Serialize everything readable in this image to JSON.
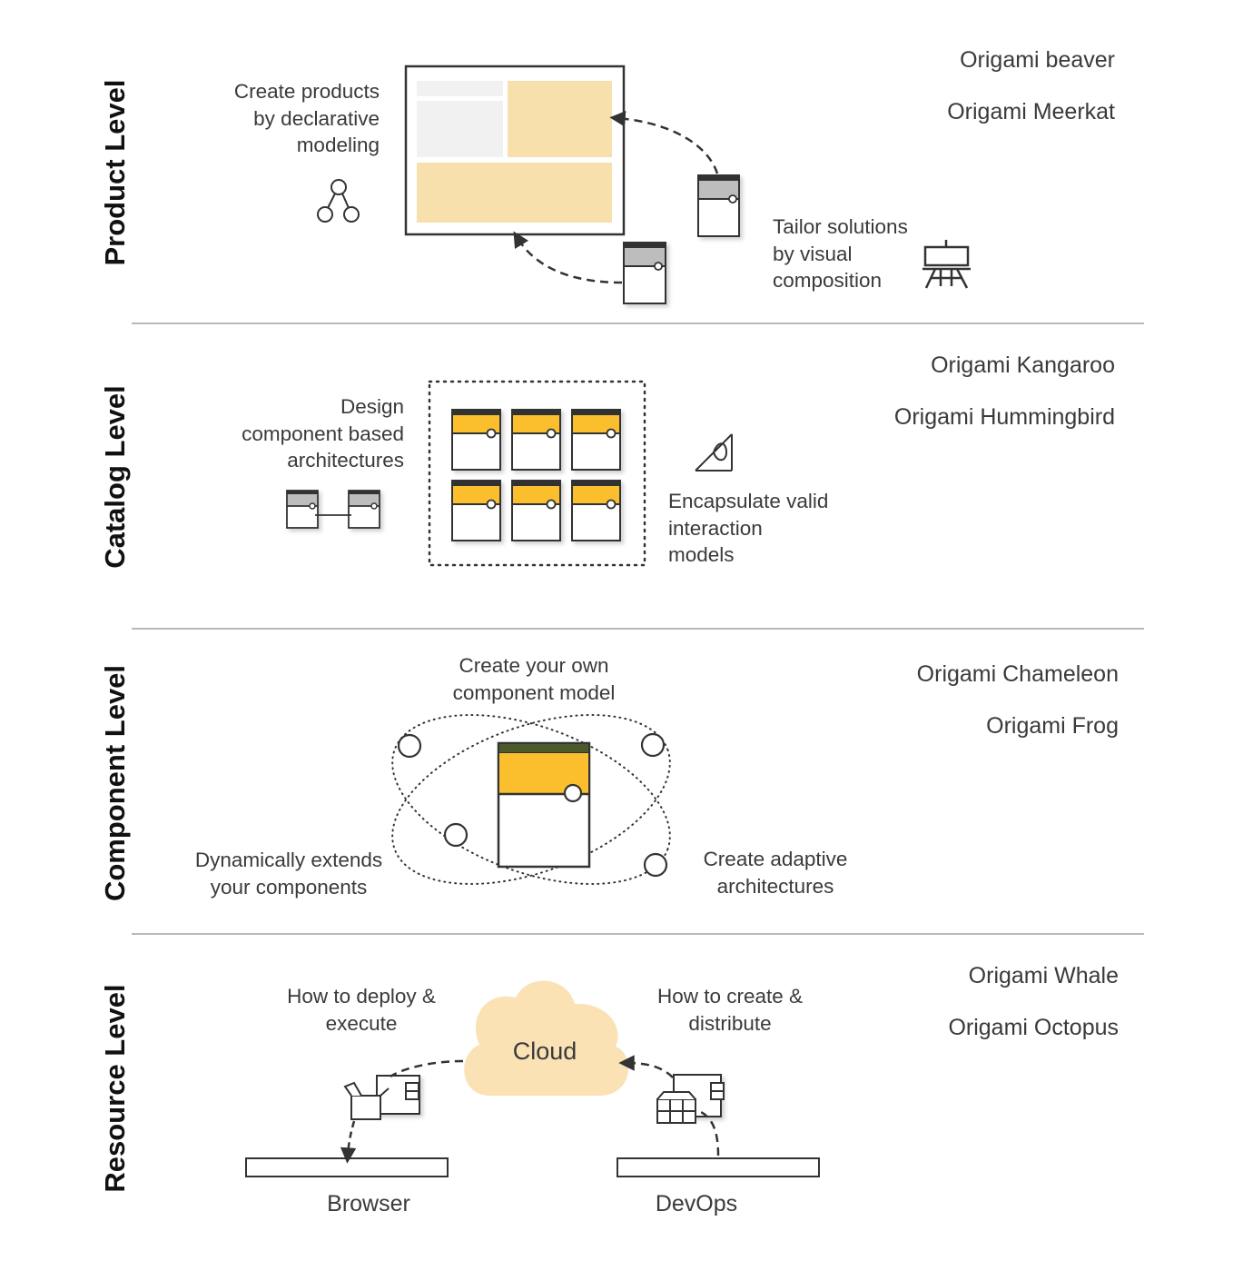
{
  "levels": [
    {
      "label": "Product Level",
      "products": [
        "Origami beaver",
        "Origami Meerkat"
      ],
      "descriptions": {
        "left": [
          "Create products",
          "by declarative",
          "modeling"
        ],
        "right": [
          "Tailor solutions",
          "by visual",
          "composition"
        ]
      }
    },
    {
      "label": "Catalog Level",
      "products": [
        "Origami Kangaroo",
        "Origami Hummingbird"
      ],
      "descriptions": {
        "left": [
          "Design",
          "component based",
          "architectures"
        ],
        "right": [
          "Encapsulate valid",
          "interaction",
          "models"
        ]
      }
    },
    {
      "label": "Component Level",
      "products": [
        "Origami Chameleon",
        "Origami Frog"
      ],
      "descriptions": {
        "top": [
          "Create your own",
          "component model"
        ],
        "left": [
          "Dynamically extends",
          "your components"
        ],
        "right": [
          "Create adaptive",
          "architectures"
        ]
      }
    },
    {
      "label": "Resource Level",
      "products": [
        "Origami Whale",
        "Origami Octopus"
      ],
      "descriptions": {
        "left": [
          "How to deploy &",
          "execute"
        ],
        "right": [
          "How to create &",
          "distribute"
        ],
        "cloud": "Cloud",
        "left_bar": "Browser",
        "right_bar": "DevOps"
      }
    }
  ],
  "colors": {
    "accent_yellow": "#fbbf2e",
    "light_yellow": "#f8e0ad",
    "cloud": "#fae2b4",
    "light_gray": "#f1f1f1",
    "mid_gray": "#bdbdbd",
    "dark": "#333333",
    "header_green": "#4a5a2a",
    "divider": "#b9b9b9"
  },
  "icons": [
    "hierarchy-icon",
    "easel-icon",
    "angle-icon",
    "open-box-icon",
    "cubes-icon",
    "cloud-icon"
  ]
}
